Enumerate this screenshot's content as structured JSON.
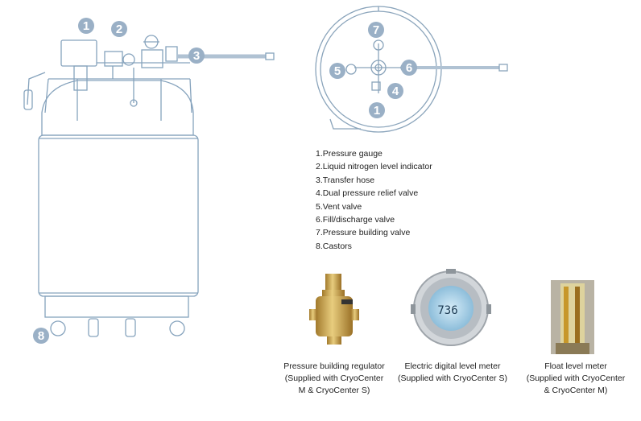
{
  "diagram": {
    "numbers": [
      "1",
      "2",
      "3",
      "4",
      "5",
      "6",
      "7",
      "8"
    ],
    "top_view_numbers": [
      "7",
      "5",
      "6",
      "4",
      "1"
    ],
    "legend": [
      "1.Pressure gauge",
      "2.Liquid nitrogen level indicator",
      "3.Transfer hose",
      "4.Dual pressure relief valve",
      "5.Vent valve",
      "6.Fill/discharge valve",
      "7.Pressure building valve",
      "8.Castors"
    ],
    "accessories": [
      {
        "title": "Pressure building regulator",
        "line2": "(Supplied with CryoCenter",
        "line3": "M & CryoCenter S)"
      },
      {
        "title": "Electric digital level meter",
        "line2": "(Supplied with CryoCenter S)",
        "line3": ""
      },
      {
        "title": "Float level meter",
        "line2": "(Supplied with CryoCenter",
        "line3": "& CryoCenter M)"
      }
    ],
    "meter_display": "736",
    "colors": {
      "badge": "#9ab0c6",
      "line": "#7f9db8",
      "brass": "#c9a24a"
    }
  }
}
